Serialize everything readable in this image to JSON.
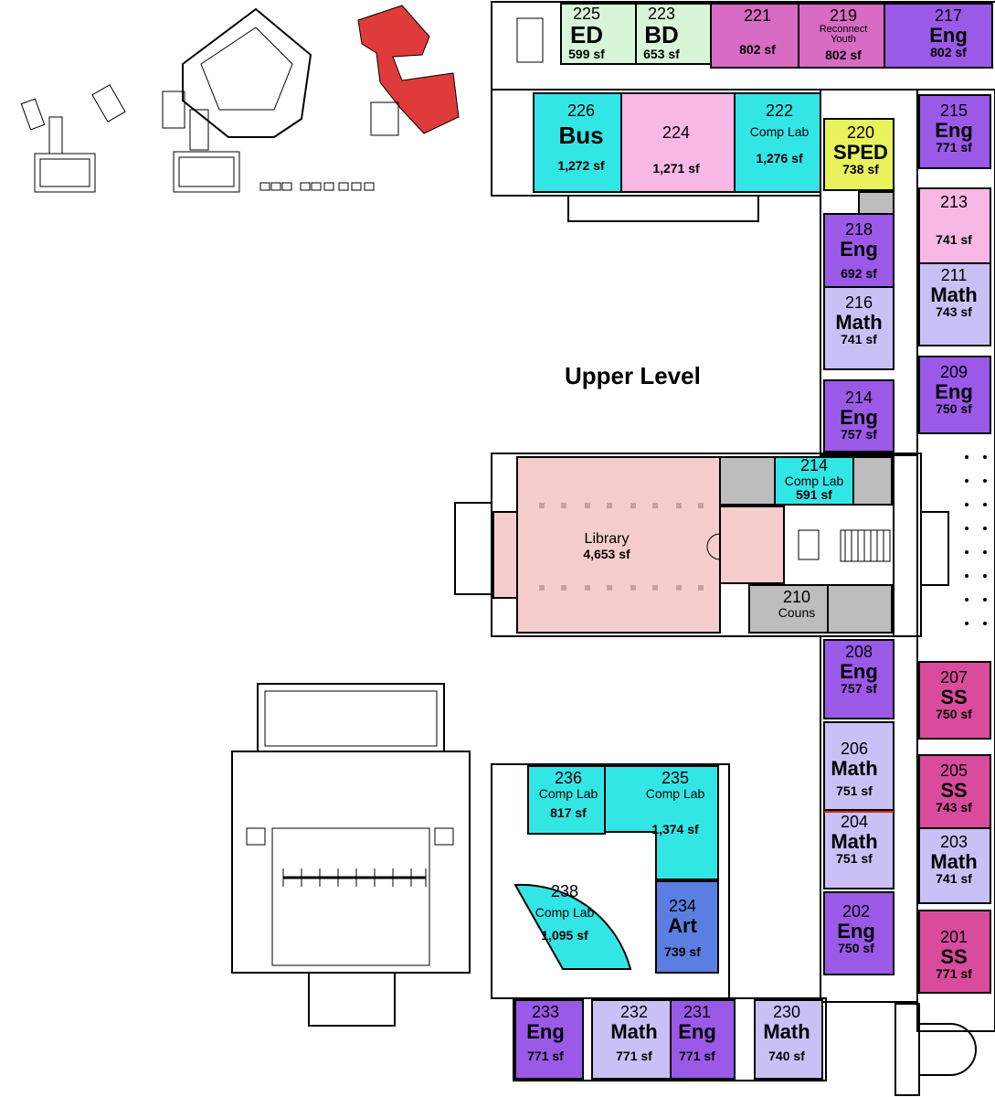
{
  "title": "Upper Level",
  "colors": {
    "english": "#9b59e8",
    "math": "#c9c1f5",
    "social_studies": "#d94b9d",
    "computer_lab": "#33e6e6",
    "library": "#f6cdcd",
    "sped": "#e8f25a",
    "counseling": "#bdbdbd",
    "art": "#5b7fe0",
    "ed_bd": "#d8f5d8",
    "reconnect": "#d86bc4",
    "pink_room": "#f7b8e6",
    "keymap_highlight": "#e03b3b"
  },
  "rooms": [
    {
      "num": "225",
      "type": "ED",
      "sf": "599 sf"
    },
    {
      "num": "223",
      "type": "BD",
      "sf": "653 sf"
    },
    {
      "num": "221",
      "type": "",
      "sf": "802 sf"
    },
    {
      "num": "219",
      "type": "Reconnect Youth",
      "sf": "802 sf"
    },
    {
      "num": "217",
      "type": "Eng",
      "sf": "802 sf"
    },
    {
      "num": "226",
      "type": "Bus",
      "sf": "1,272 sf"
    },
    {
      "num": "224",
      "type": "",
      "sf": "1,271 sf"
    },
    {
      "num": "222",
      "type": "Comp Lab",
      "sf": "1,276 sf"
    },
    {
      "num": "220",
      "type": "SPED",
      "sf": "738 sf"
    },
    {
      "num": "215",
      "type": "Eng",
      "sf": "771 sf"
    },
    {
      "num": "213",
      "type": "",
      "sf": "741 sf"
    },
    {
      "num": "218",
      "type": "Eng",
      "sf": "692 sf"
    },
    {
      "num": "211",
      "type": "Math",
      "sf": "743 sf"
    },
    {
      "num": "216",
      "type": "Math",
      "sf": "741 sf"
    },
    {
      "num": "209",
      "type": "Eng",
      "sf": "750 sf"
    },
    {
      "num": "214",
      "type": "Eng",
      "sf": "757 sf"
    },
    {
      "num": "214",
      "type": "Comp Lab",
      "sf": "591 sf"
    },
    {
      "num": "",
      "type": "Library",
      "sf": "4,653 sf"
    },
    {
      "num": "210",
      "type": "Couns",
      "sf": ""
    },
    {
      "num": "208",
      "type": "Eng",
      "sf": "757 sf"
    },
    {
      "num": "207",
      "type": "SS",
      "sf": "750 sf"
    },
    {
      "num": "206",
      "type": "Math",
      "sf": "751 sf"
    },
    {
      "num": "205",
      "type": "SS",
      "sf": "743 sf"
    },
    {
      "num": "204",
      "type": "Math",
      "sf": "751 sf"
    },
    {
      "num": "203",
      "type": "Math",
      "sf": "741 sf"
    },
    {
      "num": "202",
      "type": "Eng",
      "sf": "750 sf"
    },
    {
      "num": "201",
      "type": "SS",
      "sf": "771 sf"
    },
    {
      "num": "236",
      "type": "Comp Lab",
      "sf": "817 sf"
    },
    {
      "num": "235",
      "type": "Comp Lab",
      "sf": "1,374 sf"
    },
    {
      "num": "238",
      "type": "Comp Lab",
      "sf": "1,095 sf"
    },
    {
      "num": "234",
      "type": "Art",
      "sf": "739 sf"
    },
    {
      "num": "233",
      "type": "Eng",
      "sf": "771 sf"
    },
    {
      "num": "232",
      "type": "Math",
      "sf": "771 sf"
    },
    {
      "num": "231",
      "type": "Eng",
      "sf": "771 sf"
    },
    {
      "num": "230",
      "type": "Math",
      "sf": "740 sf"
    }
  ]
}
